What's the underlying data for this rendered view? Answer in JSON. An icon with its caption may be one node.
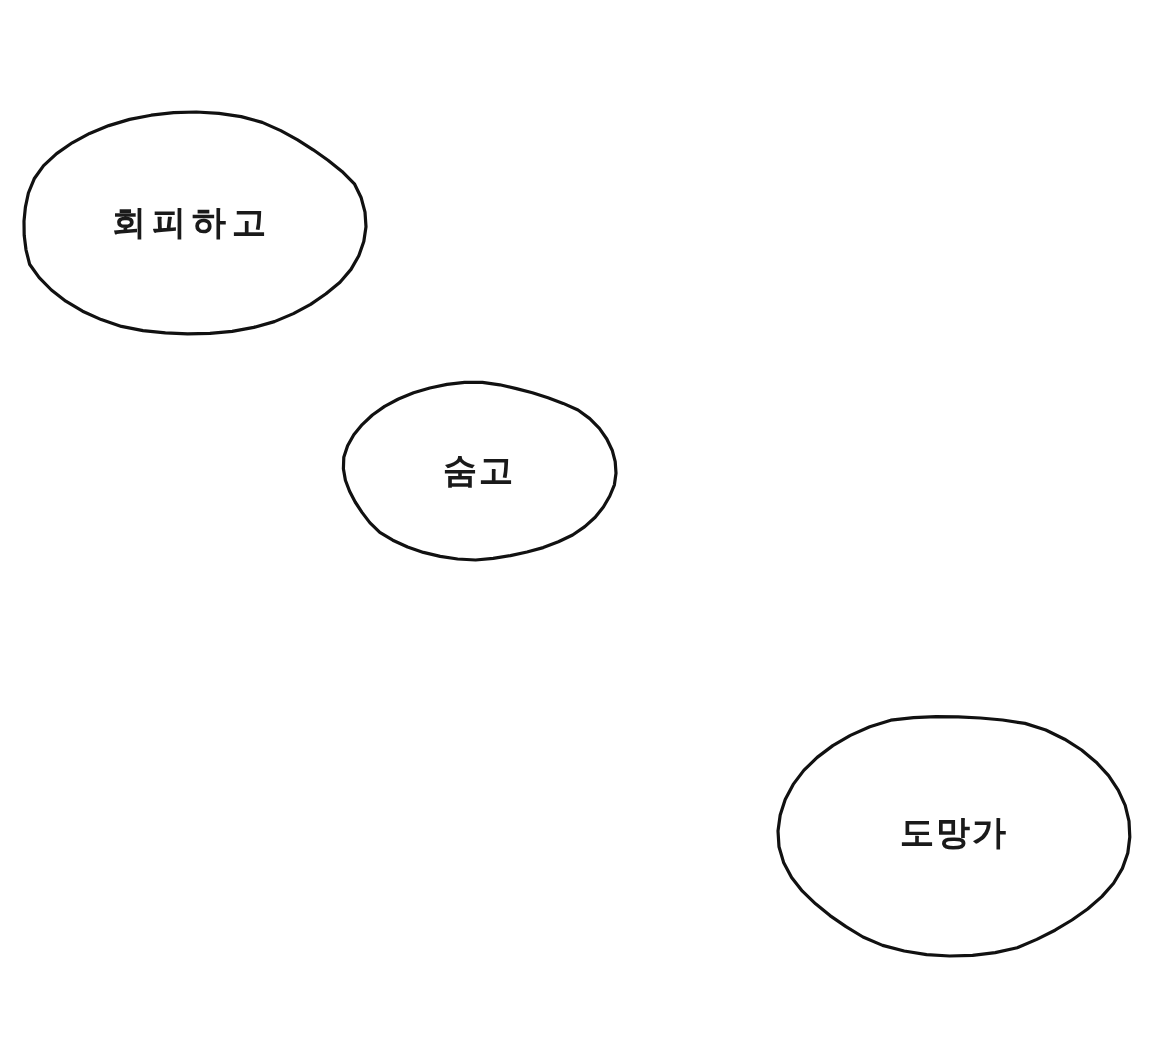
{
  "diagram": {
    "nodes": [
      {
        "text": [
          "회피하고"
        ]
      },
      {
        "text": [
          "숨고"
        ]
      },
      {
        "text": [
          "도망가"
        ]
      }
    ]
  }
}
